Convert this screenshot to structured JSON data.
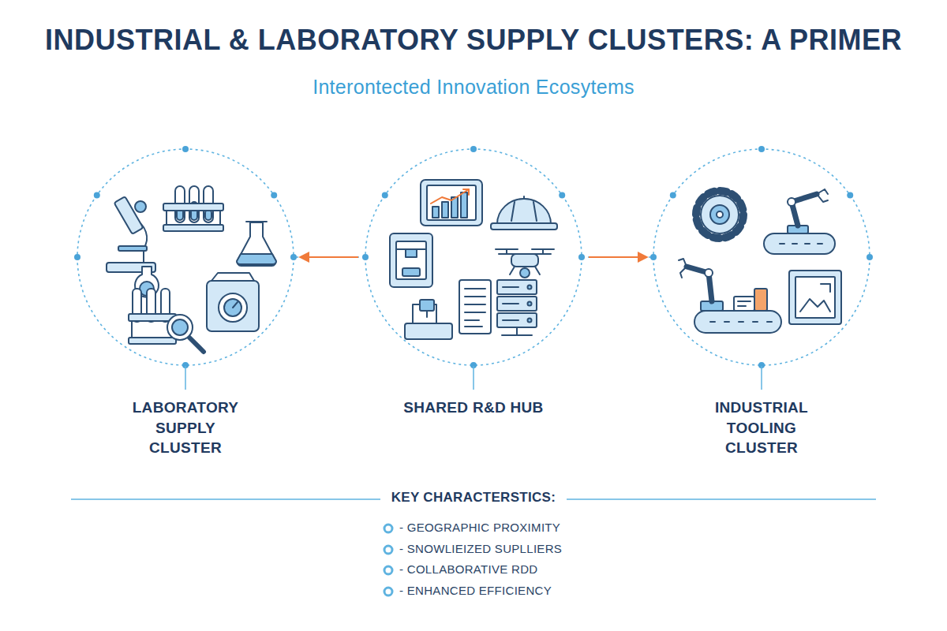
{
  "diagram": {
    "title": "INDUSTRIAL & LABORATORY SUPPLY CLUSTERS: A PRIMER",
    "nodes": [
      {
        "text": [
          "LABORATORY SUPPLY CLUSTER"
        ]
      },
      {
        "text": [
          "SHARED R&D HUB"
        ]
      },
      {
        "text": [
          "INDUSTRIAL TOOLING CLUSTER"
        ]
      }
    ],
    "edges": [
      {
        "from": 1,
        "to": 0,
        "arrow": "to"
      },
      {
        "from": 1,
        "to": 2,
        "arrow": "to"
      }
    ],
    "labels": [
      "Interontected Innovation Ecosytems",
      "KEY CHARACTERSTICS:",
      "- GEOGRAPHIC PROXIMITY",
      "- SNOWLIEIZED SUPLLIERS",
      "- COLLABORATIVE RDD",
      "- ENHANCED EFFICIENCY"
    ]
  }
}
